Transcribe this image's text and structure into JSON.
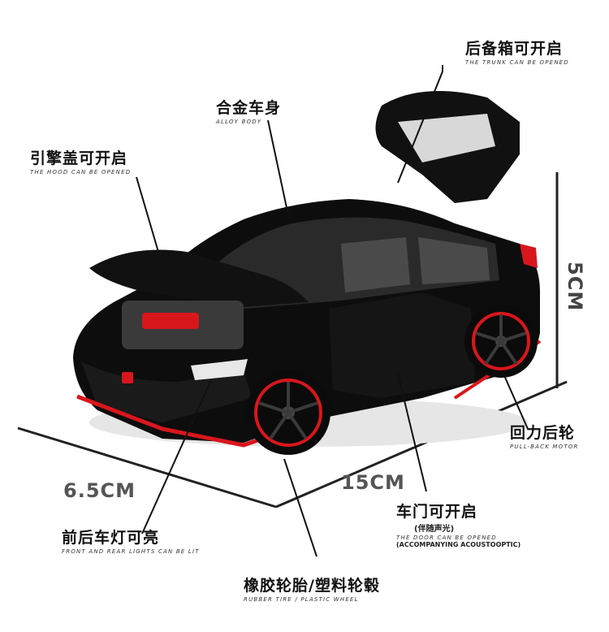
{
  "callouts": {
    "trunk": {
      "cn": "后备箱可开启",
      "en": "THE TRUNK CAN BE OPENED"
    },
    "body": {
      "cn": "合金车身",
      "en": "ALLOY BODY"
    },
    "hood": {
      "cn": "引擎盖可开启",
      "en": "THE HOOD CAN BE OPENED"
    },
    "motor": {
      "cn": "回力后轮",
      "en": "PULL-BACK MOTOR"
    },
    "door": {
      "cn": "车门可开启",
      "sub": "(伴随声光)",
      "en": "THE DOOR CAN BE OPENED",
      "en2": "(ACCOMPANYING ACOUSTOOPTIC)"
    },
    "lights": {
      "cn": "前后车灯可亮",
      "en": "FRONT AND REAR LIGHTS CAN BE LIT"
    },
    "tire": {
      "cn": "橡胶轮胎/塑料轮毂",
      "en": "RUBBER TIRE / PLASTIC WHEEL"
    }
  },
  "dimensions": {
    "height": "5CM",
    "width": "6.5CM",
    "length": "15CM"
  },
  "colors": {
    "car_body": "#0d0d0d",
    "accent_red": "#d9161c",
    "line": "#111111",
    "floor_line": "#222222"
  }
}
